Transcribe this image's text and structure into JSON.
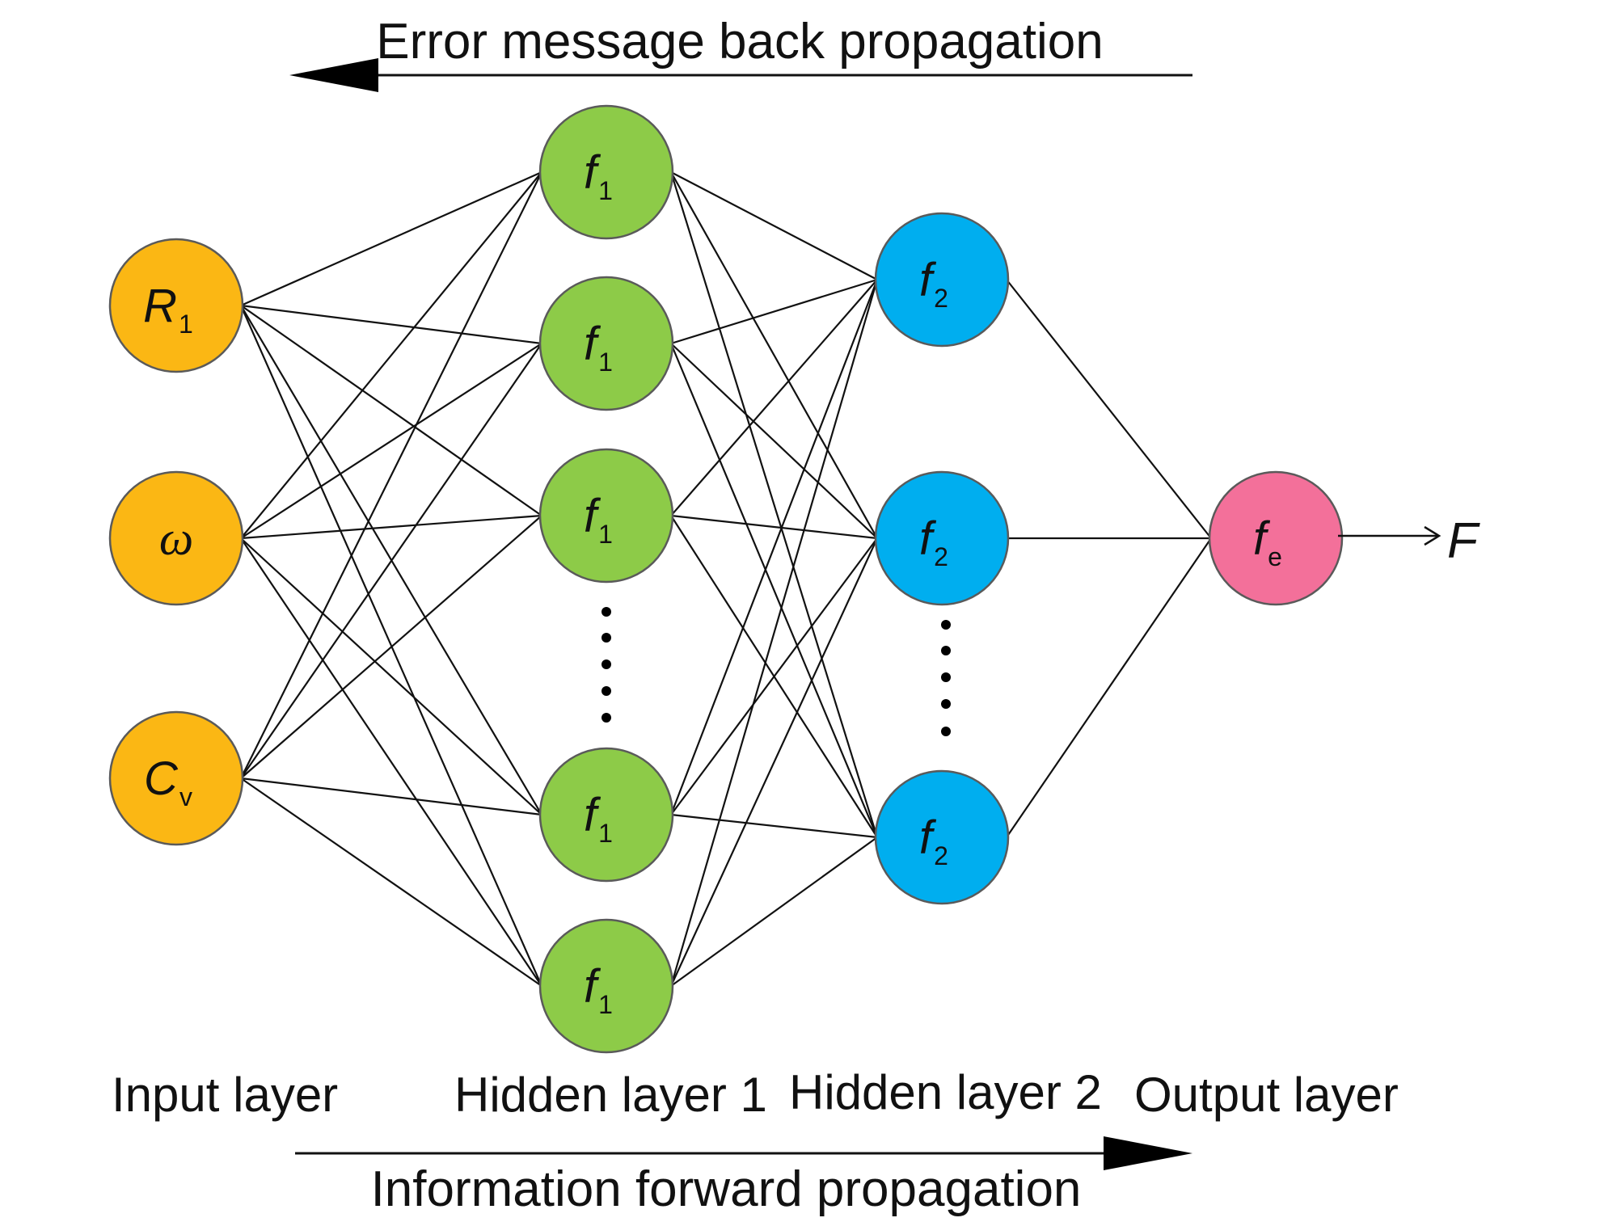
{
  "colors": {
    "input": "#FBB714",
    "hidden1": "#8DCB48",
    "hidden2": "#00AEEF",
    "output": "#F3709A",
    "line": "#111111"
  },
  "arrows": {
    "back_propagation": "Error message back propagation",
    "forward_propagation": "Information forward propagation"
  },
  "layers": {
    "input": "Input layer",
    "hidden1": "Hidden layer 1",
    "hidden2": "Hidden layer 2",
    "output": "Output layer"
  },
  "nodes": {
    "input": [
      {
        "main": "R",
        "sub": "1"
      },
      {
        "main": "ω",
        "sub": ""
      },
      {
        "main": "C",
        "sub": "v"
      }
    ],
    "hidden1": [
      {
        "main": "f",
        "sub": "1"
      },
      {
        "main": "f",
        "sub": "1"
      },
      {
        "main": "f",
        "sub": "1"
      },
      {
        "main": "f",
        "sub": "1"
      },
      {
        "main": "f",
        "sub": "1"
      }
    ],
    "hidden2": [
      {
        "main": "f",
        "sub": "2"
      },
      {
        "main": "f",
        "sub": "2"
      },
      {
        "main": "f",
        "sub": "2"
      }
    ],
    "output": [
      {
        "main": "f",
        "sub": "e"
      }
    ]
  },
  "output_variable": "F"
}
